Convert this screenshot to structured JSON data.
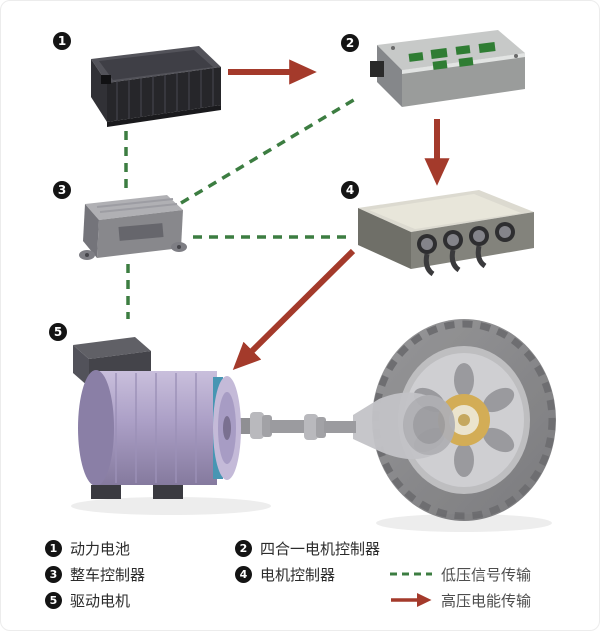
{
  "components": [
    {
      "num": "1",
      "label": "动力电池"
    },
    {
      "num": "2",
      "label": "四合一电机控制器"
    },
    {
      "num": "3",
      "label": "整车控制器"
    },
    {
      "num": "4",
      "label": "电机控制器"
    },
    {
      "num": "5",
      "label": "驱动电机"
    }
  ],
  "legend": {
    "low_voltage_label": "低压信号传输",
    "high_voltage_label": "高压电能传输"
  },
  "colors": {
    "high_voltage_red": "#a43a2b",
    "low_voltage_green": "#3c7d41",
    "badge_black": "#141414"
  }
}
